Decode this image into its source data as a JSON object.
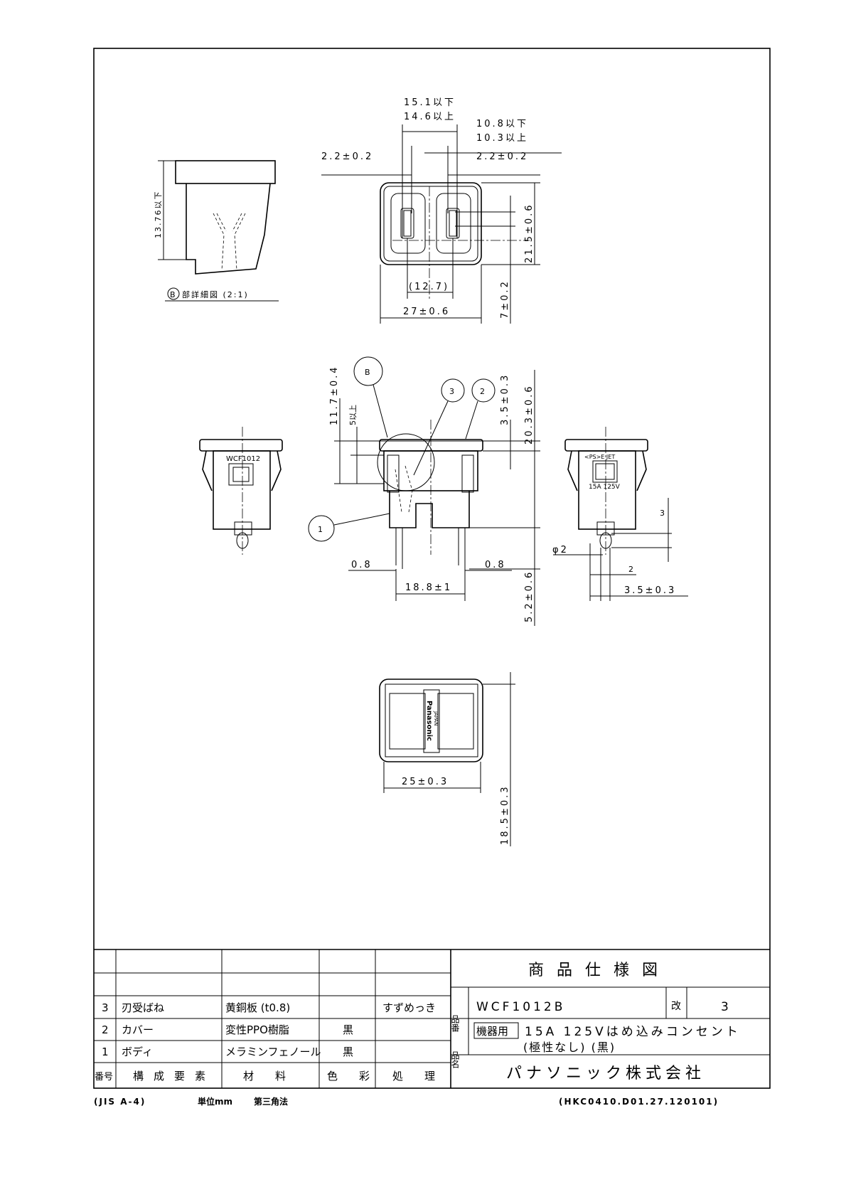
{
  "drawing": {
    "top_view_dims": {
      "d1": "15.1以下",
      "d2": "14.6以上",
      "d3": "10.8以下",
      "d4": "10.3以上",
      "d5": "2.2±0.2",
      "d6": "2.2±0.2",
      "d7": "(12.7)",
      "d8": "27±0.6",
      "d9": "21.5±0.6",
      "d10": "7±0.2"
    },
    "detail": {
      "dim": "13.76以下",
      "label_marker": "B",
      "caption": "部詳細図 (2:1)"
    },
    "front_view_dims": {
      "d1": "11.7±0.4",
      "d2": "5以上",
      "d3": "3.5±0.3",
      "d4": "20.3±0.6",
      "d5": "0.8",
      "d6": "0.8",
      "d7": "18.8±1",
      "d8": "5.2±0.6"
    },
    "callouts": [
      "B",
      "3",
      "2",
      "1"
    ],
    "side_labels": {
      "left_marking": "WCF1012",
      "right_top": "<PS>E JET",
      "right_rating": "15A 125V"
    },
    "side_dims": {
      "d1": "φ2",
      "d2": "3",
      "d3": "2",
      "d4": "3.5±0.3"
    },
    "bottom_view": {
      "brand": "Panasonic",
      "origin": "JAPAN",
      "d1": "25±0.3",
      "d2": "18.5±0.3"
    }
  },
  "parts_table": {
    "headers": [
      "番号",
      "構成要素",
      "材料",
      "色彩",
      "処理"
    ],
    "rows": [
      [
        "3",
        "刃受ばね",
        "黄銅板 (t0.8)",
        "",
        "すずめっき"
      ],
      [
        "2",
        "カバー",
        "変性PPO樹脂",
        "黒",
        ""
      ],
      [
        "1",
        "ボディ",
        "メラミンフェノール",
        "黒",
        ""
      ]
    ]
  },
  "title_block": {
    "title": "商品仕様図",
    "part_no_label": "品番",
    "part_no": "WCF1012B",
    "rev_label": "改",
    "rev": "3",
    "name_label": "品名",
    "name_tag": "機器用",
    "name_line1": "15A 125Vはめ込みコンセント",
    "name_line2": "(極性なし) (黒)",
    "company": "パナソニック株式会社"
  },
  "footer": {
    "sheet": "(JIS A-4)",
    "unit": "単位mm",
    "projection": "第三角法",
    "doc_no": "(HKC0410.D01.27.120101)"
  }
}
